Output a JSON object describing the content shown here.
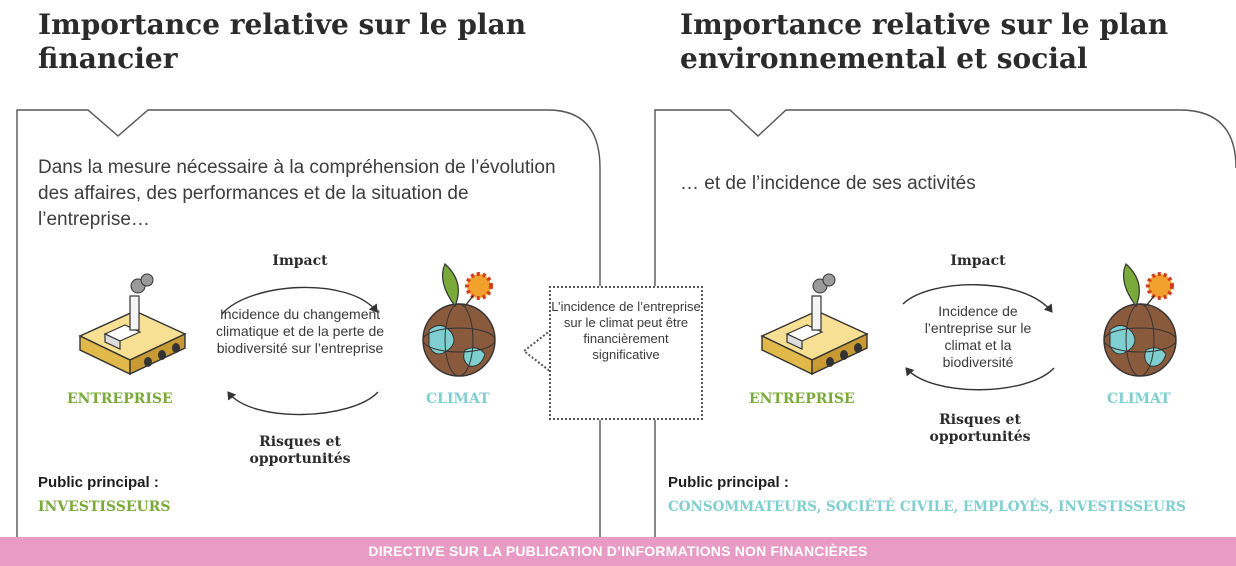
{
  "left": {
    "title": "Importance relative sur le plan financier",
    "lead": "Dans la mesure nécessaire à la compréhension de l’évolution des affaires, des performances et de la situation de l’entreprise…",
    "impact_label": "Impact",
    "center_text": "Incidence du changement climatique et de la perte de biodiversité sur l’entreprise",
    "risk_label": "Risques et opportunités",
    "entreprise_label": "ENTREPRISE",
    "climat_label": "CLIMAT",
    "public_label": "Public principal :",
    "public_value": "INVESTISSEURS"
  },
  "note": {
    "text": "L’incidence de l’entreprise sur le climat peut être financièrement significative"
  },
  "right": {
    "title": "Importance relative sur le plan environnemental et social",
    "lead": "… et de l’incidence de ses activités",
    "impact_label": "Impact",
    "center_text": "Incidence de l’entreprise sur le climat et la biodiversité",
    "risk_label": "Risques et opportunités",
    "entreprise_label": "ENTREPRISE",
    "climat_label": "CLIMAT",
    "public_label": "Public principal :",
    "public_value": "CONSOMMATEURS, SOCIÉTÉ CIVILE, EMPLOYÉS, INVESTISSEURS"
  },
  "banner": {
    "text": "DIRECTIVE SUR LA PUBLICATION D’INFORMATIONS NON FINANCIÈRES"
  },
  "colors": {
    "entreprise_green": "#7aab3a",
    "climat_cyan": "#7fcfd0",
    "banner_pink": "#e89cc5",
    "factory_yellow": "#f7df94",
    "globe_brown": "#8a5a3c"
  }
}
